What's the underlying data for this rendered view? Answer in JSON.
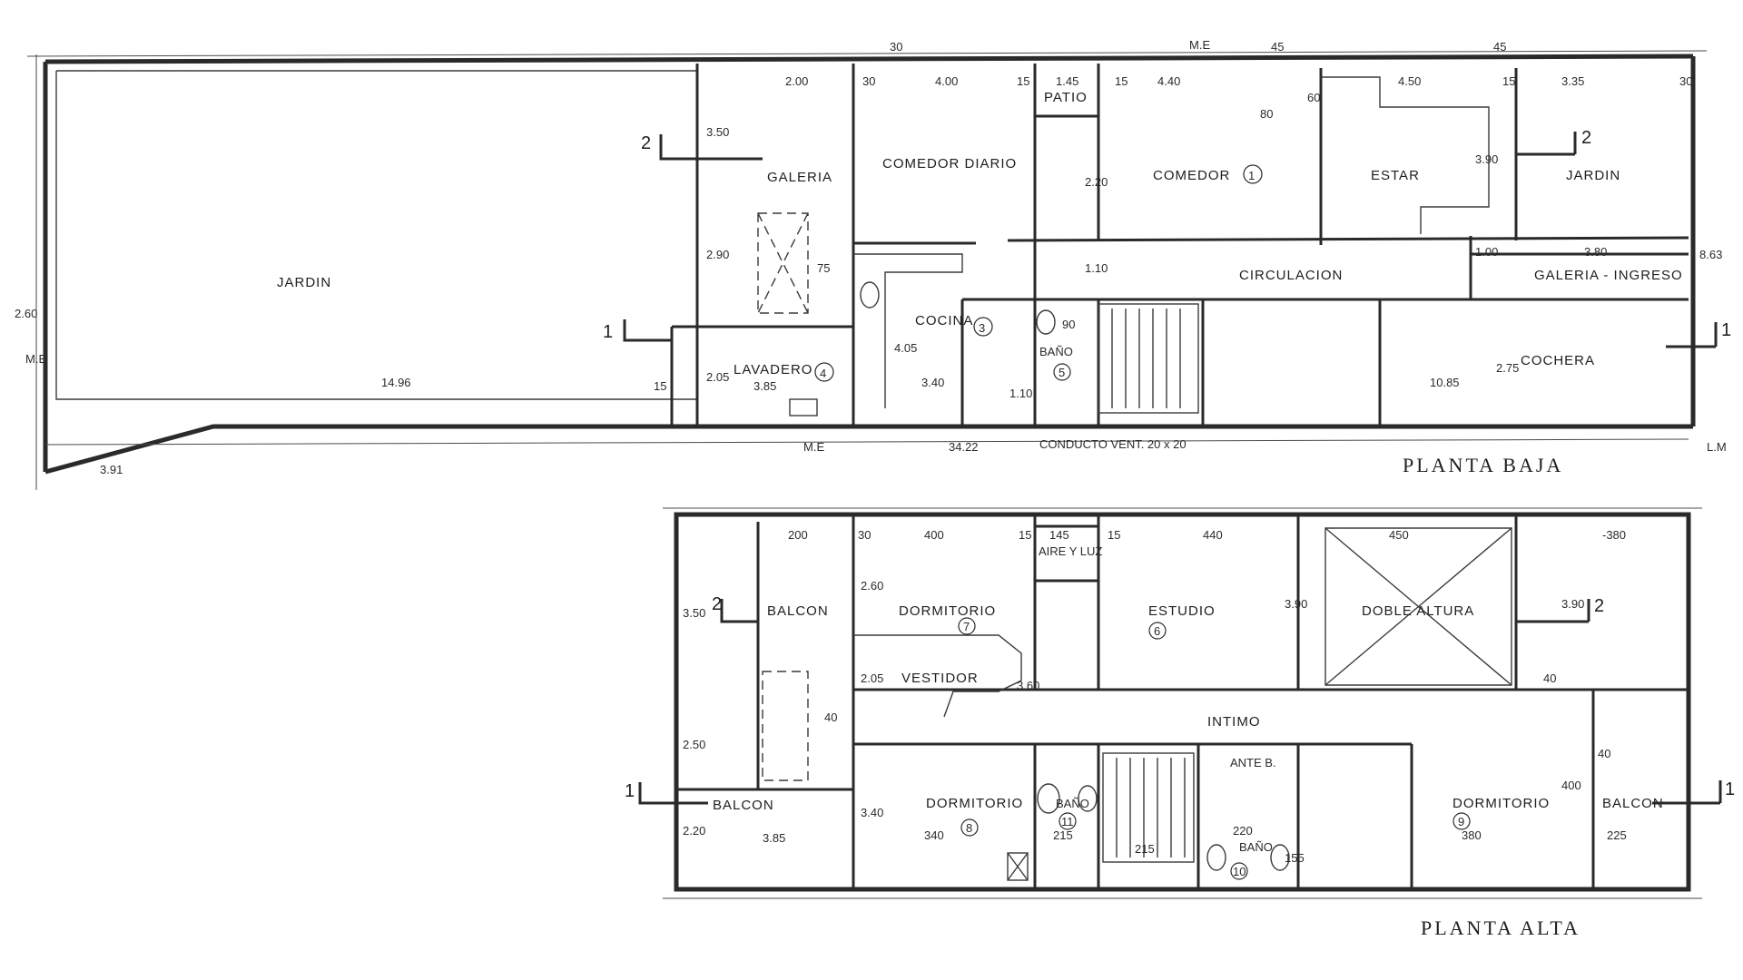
{
  "titles": {
    "ground_floor": "PLANTA BAJA",
    "upper_floor": "PLANTA ALTA"
  },
  "ground_rooms": {
    "jardin_left": "JARDIN",
    "galeria": "GALERIA",
    "comedor_diario": "COMEDOR DIARIO",
    "patio": "PATIO",
    "comedor": "COMEDOR",
    "comedor_num": "1",
    "estar": "ESTAR",
    "jardin_right": "JARDIN",
    "circulacion": "CIRCULACION",
    "galeria_ingreso": "GALERIA - INGRESO",
    "cocina": "COCINA",
    "cocina_num": "3",
    "lavadero": "LAVADERO",
    "lavadero_num": "4",
    "bano": "BAÑO",
    "bano_num": "5",
    "cochera": "COCHERA"
  },
  "upper_rooms": {
    "balcon_left_top": "BALCON",
    "dormitorio_7": "DORMITORIO",
    "dormitorio_7_num": "7",
    "vestidor": "VESTIDOR",
    "aire_luz": "AIRE Y LUZ",
    "estudio": "ESTUDIO",
    "estudio_num": "6",
    "doble_altura": "DOBLE ALTURA",
    "intimo": "INTIMO",
    "ante_b": "ANTE B.",
    "balcon_left_bottom": "BALCON",
    "dormitorio_8": "DORMITORIO",
    "dormitorio_8_num": "8",
    "bano_11": "BAÑO",
    "bano_11_num": "11",
    "bano_10": "BAÑO",
    "bano_10_num": "10",
    "dormitorio_9": "DORMITORIO",
    "dormitorio_9_num": "9",
    "balcon_right": "BALCON"
  },
  "ground_dims": {
    "me_top": "M.E",
    "me_bottom": "M.E",
    "me_left": "M.E",
    "lm": "L.M",
    "d_200": "2.00",
    "d_400": "4.00",
    "d_145": "1.45",
    "d_440": "4.40",
    "d_450": "4.50",
    "d_335": "3.35",
    "d_30a": "30",
    "d_15a": "15",
    "d_15b": "15",
    "d_15c": "15",
    "d_30top": "30",
    "d_45top": "45",
    "d_45b": "45",
    "d_30c": "30",
    "d_350": "3.50",
    "d_290": "2.90",
    "d_260": "2.60",
    "d_75": "75",
    "d_220": "2.20",
    "d_390": "3.90",
    "d_380": "3.80",
    "d_110": "1.10",
    "d_100": "1.00",
    "d_863": "8.63",
    "d_405": "4.05",
    "d_340": "3.40",
    "d_385": "3.85",
    "d_205": "2.05",
    "d_1496": "14.96",
    "d_1085": "10.85",
    "d_275": "2.75",
    "d_3422": "34.22",
    "d_391": "3.91",
    "d_110b": "1.10",
    "d_90": "90",
    "d_80": "80",
    "d_60": "60",
    "d_15d": "15",
    "conducto": "CONDUCTO VENT. 20 x 20"
  },
  "upper_dims": {
    "d_200": "200",
    "d_400": "400",
    "d_145": "145",
    "d_440": "440",
    "d_450": "450",
    "d_380": "-380",
    "d_30a": "30",
    "d_15a": "15",
    "d_15b": "15",
    "d_260": "2.60",
    "d_350": "3.50",
    "d_205": "2.05",
    "d_360": "3.60",
    "d_340v": "3.40",
    "d_390": "3.90",
    "d_390b": "3.90",
    "d_250": "2.50",
    "d_220": "2.20",
    "d_385": "3.85",
    "d_340": "340",
    "d_215a": "215",
    "d_215b": "215",
    "d_220b": "220",
    "d_155": "155",
    "d_380b": "380",
    "d_225": "225",
    "d_400v": "400",
    "d_40": "40",
    "d_40b": "40",
    "d_40c": "40"
  },
  "sections": {
    "s1_left_ground": "1",
    "s2_left_ground": "2",
    "s1_right_ground": "1",
    "s2_right_ground": "2",
    "s2_left_upper": "2",
    "s1_left_upper": "1",
    "s2_right_upper": "2",
    "s1_right_upper": "1"
  }
}
